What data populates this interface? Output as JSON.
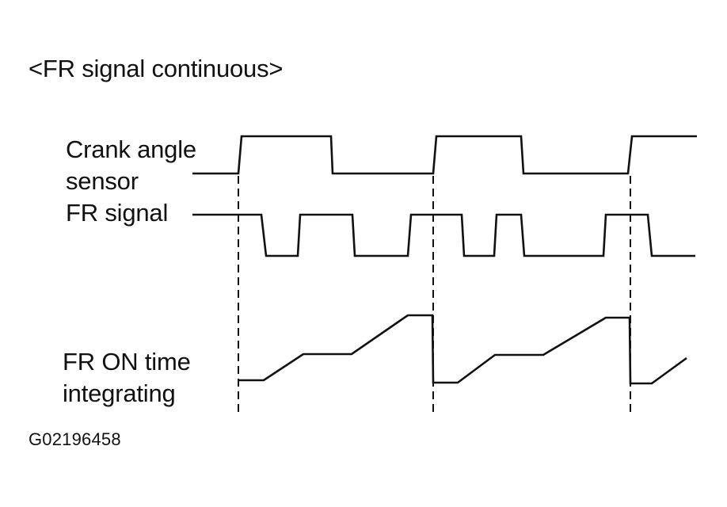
{
  "diagram": {
    "title": "<FR signal continuous>",
    "signals": {
      "crank_angle_sensor": [
        "Crank angle",
        "sensor"
      ],
      "fr_signal": "FR signal",
      "fr_on_time_integrating": [
        "FR ON time",
        "integrating"
      ]
    },
    "figure_code": "G02196458"
  }
}
